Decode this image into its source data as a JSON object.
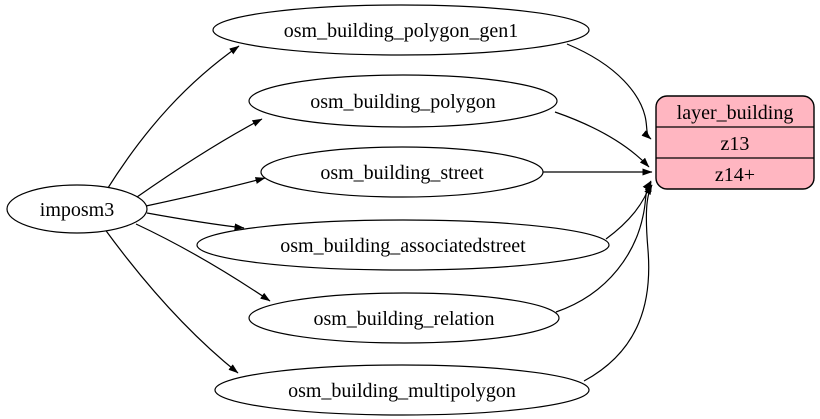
{
  "diagram": {
    "type": "graphviz-flow",
    "background_color": "#ffffff",
    "edge_color": "#000000",
    "nodes": {
      "source": {
        "label": "imposm3",
        "shape": "ellipse",
        "fill": "#ffffff"
      },
      "tables": [
        {
          "label": "osm_building_polygon_gen1"
        },
        {
          "label": "osm_building_polygon"
        },
        {
          "label": "osm_building_street"
        },
        {
          "label": "osm_building_associatedstreet"
        },
        {
          "label": "osm_building_relation"
        },
        {
          "label": "osm_building_multipolygon"
        }
      ],
      "layer": {
        "title": "layer_building",
        "rows": [
          {
            "label": "z13"
          },
          {
            "label": "z14+"
          }
        ],
        "fill": "#ffb6c1",
        "stroke": "#000000"
      }
    },
    "edges": [
      {
        "from": "imposm3",
        "to": "osm_building_polygon_gen1"
      },
      {
        "from": "imposm3",
        "to": "osm_building_polygon"
      },
      {
        "from": "imposm3",
        "to": "osm_building_street"
      },
      {
        "from": "imposm3",
        "to": "osm_building_associatedstreet"
      },
      {
        "from": "imposm3",
        "to": "osm_building_relation"
      },
      {
        "from": "imposm3",
        "to": "osm_building_multipolygon"
      },
      {
        "from": "osm_building_polygon_gen1",
        "to": "layer_building:z13"
      },
      {
        "from": "osm_building_polygon",
        "to": "layer_building:z14+"
      },
      {
        "from": "osm_building_street",
        "to": "layer_building:z14+"
      },
      {
        "from": "osm_building_associatedstreet",
        "to": "layer_building:z14+"
      },
      {
        "from": "osm_building_relation",
        "to": "layer_building:z14+"
      },
      {
        "from": "osm_building_multipolygon",
        "to": "layer_building:z14+"
      }
    ]
  }
}
